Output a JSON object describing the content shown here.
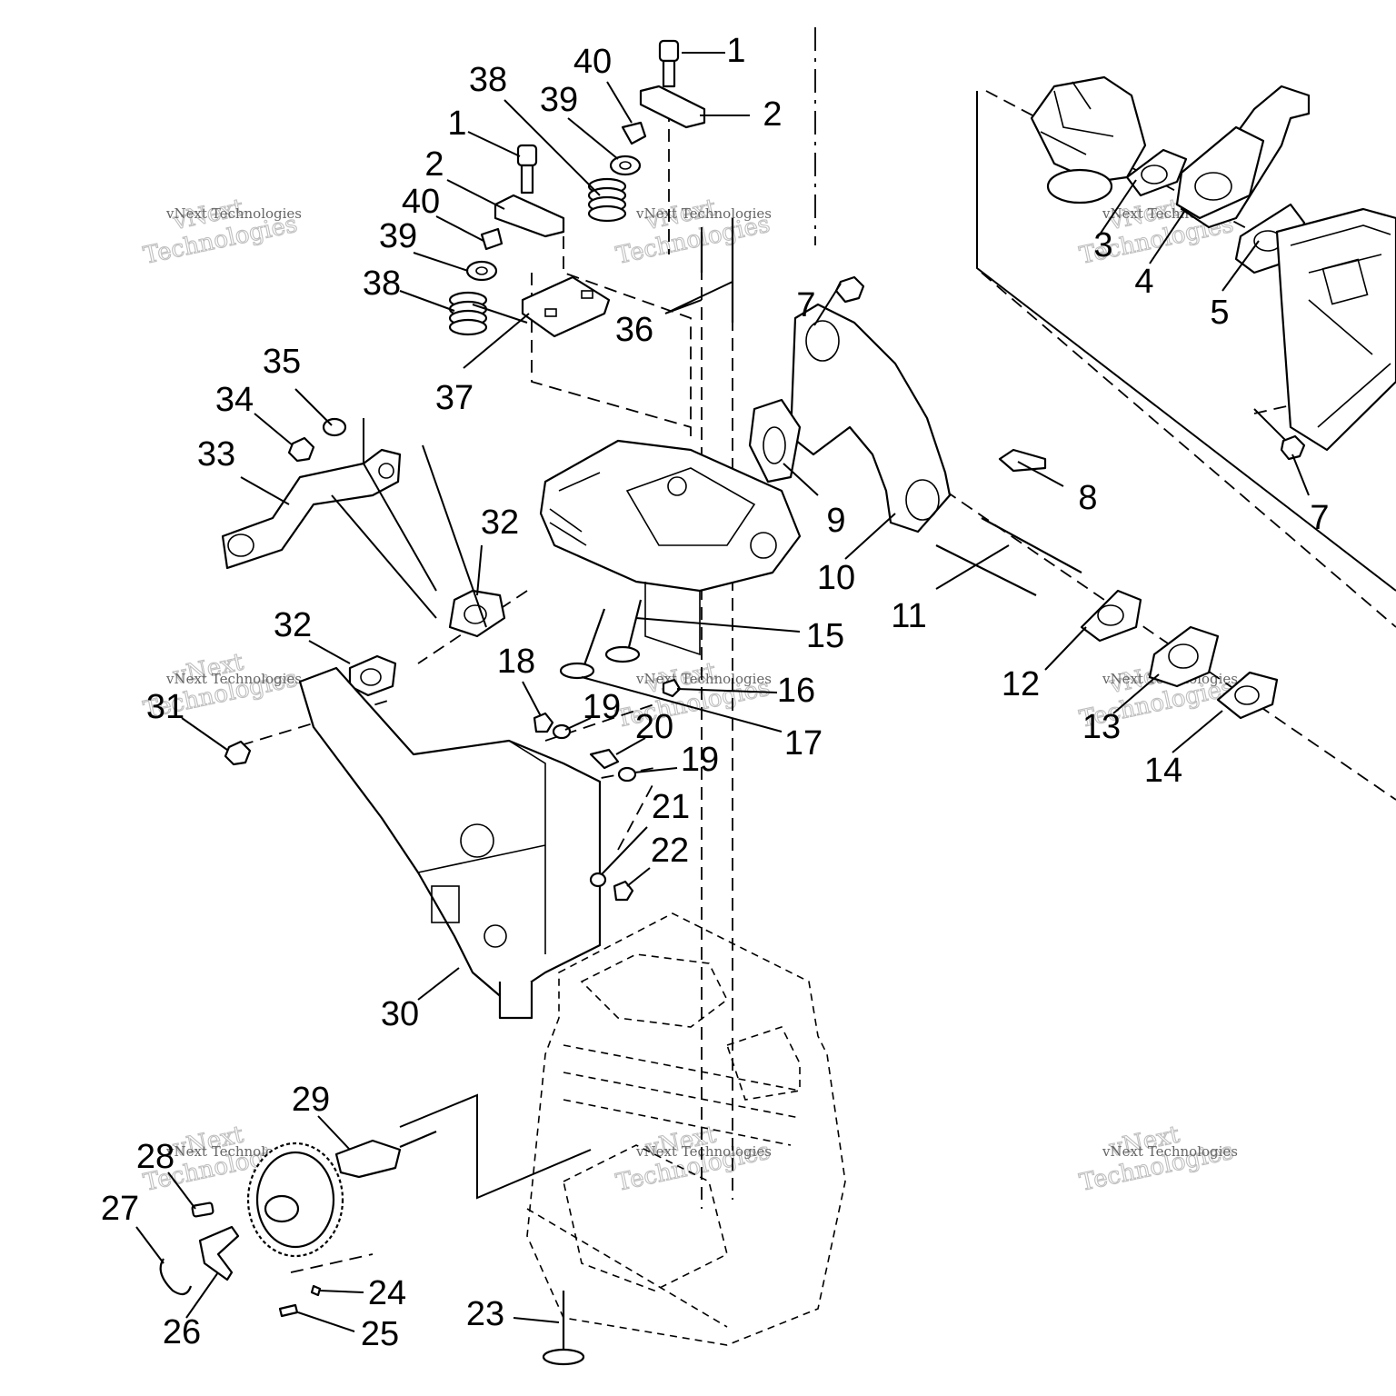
{
  "watermark": {
    "line1": "vNext",
    "line2": "Technologies",
    "small": "vNext Technologies"
  },
  "callouts": [
    {
      "id": "c1a",
      "label": "1"
    },
    {
      "id": "c2a",
      "label": "2"
    },
    {
      "id": "c40a",
      "label": "40"
    },
    {
      "id": "c38a",
      "label": "38"
    },
    {
      "id": "c39a",
      "label": "39"
    },
    {
      "id": "c1b",
      "label": "1"
    },
    {
      "id": "c2b",
      "label": "2"
    },
    {
      "id": "c40b",
      "label": "40"
    },
    {
      "id": "c39b",
      "label": "39"
    },
    {
      "id": "c38b",
      "label": "38"
    },
    {
      "id": "c36",
      "label": "36"
    },
    {
      "id": "c37",
      "label": "37"
    },
    {
      "id": "c35",
      "label": "35"
    },
    {
      "id": "c34",
      "label": "34"
    },
    {
      "id": "c33",
      "label": "33"
    },
    {
      "id": "c32a",
      "label": "32"
    },
    {
      "id": "c32b",
      "label": "32"
    },
    {
      "id": "c31",
      "label": "31"
    },
    {
      "id": "c7a",
      "label": "7"
    },
    {
      "id": "c9",
      "label": "9"
    },
    {
      "id": "c10",
      "label": "10"
    },
    {
      "id": "c8",
      "label": "8"
    },
    {
      "id": "c11",
      "label": "11"
    },
    {
      "id": "c3",
      "label": "3"
    },
    {
      "id": "c4",
      "label": "4"
    },
    {
      "id": "c5",
      "label": "5"
    },
    {
      "id": "c7b",
      "label": "7"
    },
    {
      "id": "c15",
      "label": "15"
    },
    {
      "id": "c16",
      "label": "16"
    },
    {
      "id": "c17",
      "label": "17"
    },
    {
      "id": "c18",
      "label": "18"
    },
    {
      "id": "c19a",
      "label": "19"
    },
    {
      "id": "c20",
      "label": "20"
    },
    {
      "id": "c19b",
      "label": "19"
    },
    {
      "id": "c21",
      "label": "21"
    },
    {
      "id": "c22",
      "label": "22"
    },
    {
      "id": "c12",
      "label": "12"
    },
    {
      "id": "c13",
      "label": "13"
    },
    {
      "id": "c14",
      "label": "14"
    },
    {
      "id": "c30",
      "label": "30"
    },
    {
      "id": "c29",
      "label": "29"
    },
    {
      "id": "c28",
      "label": "28"
    },
    {
      "id": "c27",
      "label": "27"
    },
    {
      "id": "c26",
      "label": "26"
    },
    {
      "id": "c24",
      "label": "24"
    },
    {
      "id": "c25",
      "label": "25"
    },
    {
      "id": "c23",
      "label": "23"
    }
  ]
}
